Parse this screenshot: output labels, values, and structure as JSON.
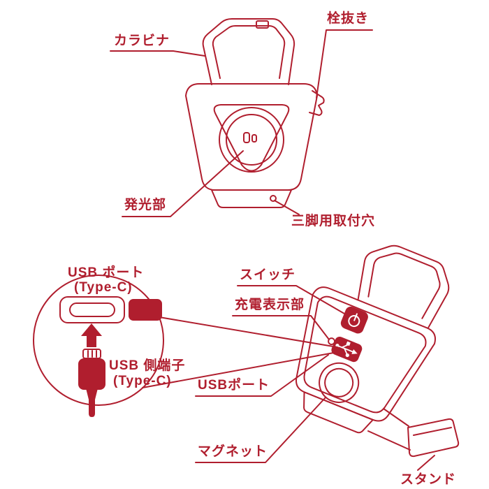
{
  "page": {
    "background": "#ffffff",
    "accent_color": "#b01e2e"
  },
  "front_view": {
    "labels": {
      "carabiner": "カラビナ",
      "bottle_opener": "栓抜き",
      "light_emitter": "発光部",
      "tripod_hole": "三脚用取付穴"
    }
  },
  "back_view": {
    "labels": {
      "switch": "スイッチ",
      "charge_indicator": "充電表示部",
      "usb_port": "USBポート",
      "magnet": "マグネット",
      "stand": "スタンド"
    }
  },
  "usb_callout": {
    "port_label_line1": "USB ポート",
    "port_label_line2": "(Type-C)",
    "plug_label_line1": "USB 側端子",
    "plug_label_line2": "(Type-C)"
  }
}
